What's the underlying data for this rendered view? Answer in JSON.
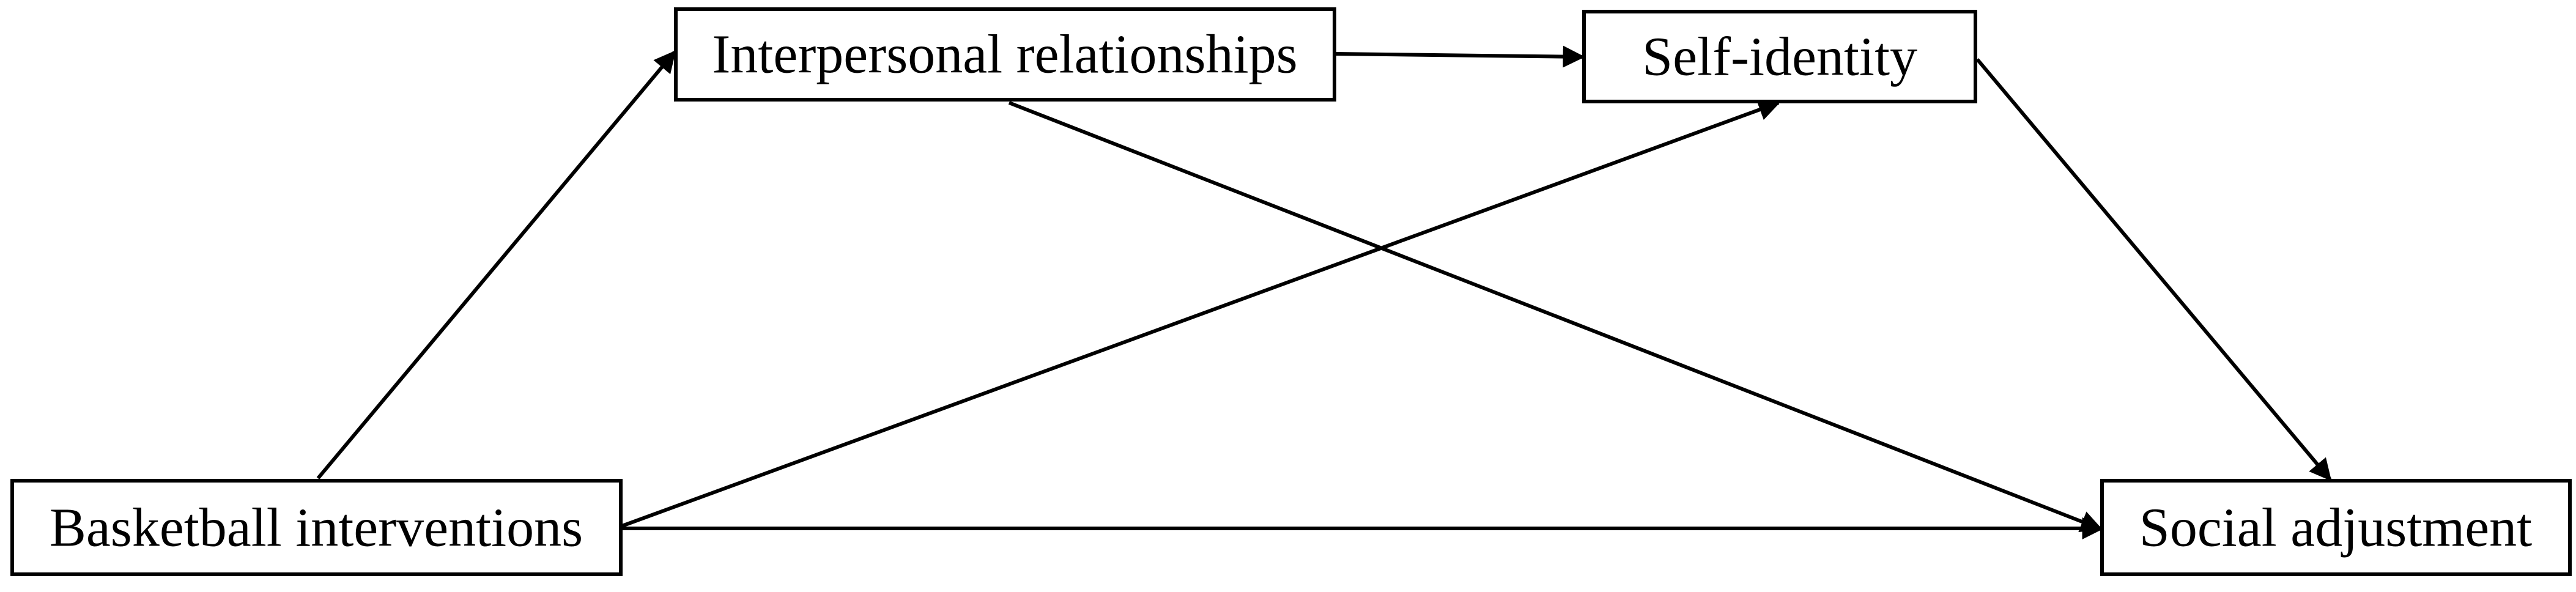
{
  "diagram": {
    "nodes": {
      "basketball": {
        "label": "Basketball interventions"
      },
      "interpersonal": {
        "label": "Interpersonal relationships"
      },
      "self_identity": {
        "label": "Self-identity"
      },
      "social": {
        "label": "Social adjustment"
      }
    },
    "edges": [
      {
        "from": "basketball",
        "to": "interpersonal"
      },
      {
        "from": "interpersonal",
        "to": "self_identity"
      },
      {
        "from": "interpersonal",
        "to": "social"
      },
      {
        "from": "basketball",
        "to": "self_identity"
      },
      {
        "from": "self_identity",
        "to": "social"
      },
      {
        "from": "basketball",
        "to": "social"
      }
    ],
    "colors": {
      "stroke": "#000000",
      "background": "#ffffff"
    }
  }
}
